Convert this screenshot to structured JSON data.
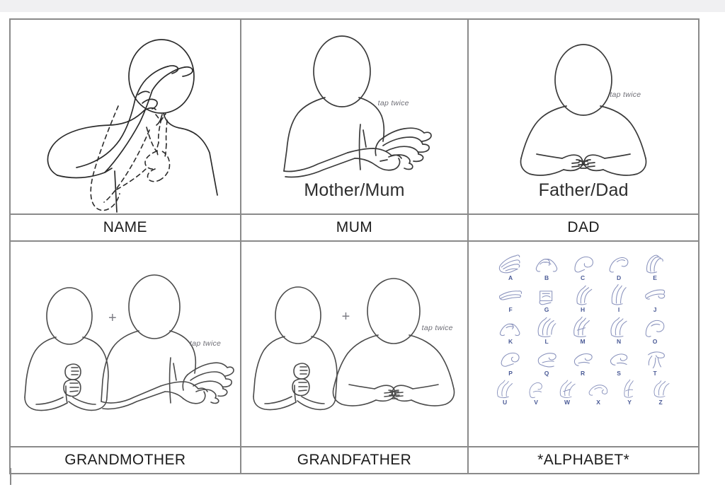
{
  "document": {
    "type": "bsl-sign-language-reference-table",
    "top_band_color": "#f0f0f2",
    "border_color": "#8a8a8a",
    "alphabet_ink_color": "#8a93bd",
    "alphabet_letter_color": "#4a5a96",
    "note_color": "#6d6d75"
  },
  "table": {
    "rows": [
      {
        "cells": [
          {
            "label": "NAME",
            "caption": "",
            "note": "",
            "illustration": "person-signing-name-index-fingers-at-temple-with-dashed-motion-path"
          },
          {
            "label": "MUM",
            "caption": "Mother/Mum",
            "note": "tap twice",
            "illustration": "person-signing-mother-open-hand-tapping-forearm"
          },
          {
            "label": "DAD",
            "caption": "Father/Dad",
            "note": "tap twice",
            "illustration": "person-signing-father-two-hands-tapping-fingertips-at-chest"
          }
        ]
      },
      {
        "cells": [
          {
            "label": "GRANDMOTHER",
            "caption": "",
            "note": "tap twice",
            "plus": "+",
            "illustration": "two-figures-old-sign-plus-mother-sign"
          },
          {
            "label": "GRANDFATHER",
            "caption": "",
            "note": "tap twice",
            "plus": "+",
            "illustration": "two-figures-old-sign-plus-father-sign"
          },
          {
            "label": "*ALPHABET*",
            "caption": "",
            "note": "",
            "illustration": "bsl-two-handed-fingerspelling-alphabet-chart"
          }
        ]
      }
    ]
  },
  "alphabet": {
    "rows": [
      [
        "A",
        "B",
        "C",
        "D",
        "E"
      ],
      [
        "F",
        "G",
        "H",
        "I",
        "J"
      ],
      [
        "K",
        "L",
        "M",
        "N",
        "O"
      ],
      [
        "P",
        "Q",
        "R",
        "S",
        "T"
      ],
      [
        "U",
        "V",
        "W",
        "X",
        "Y",
        "Z"
      ]
    ]
  }
}
